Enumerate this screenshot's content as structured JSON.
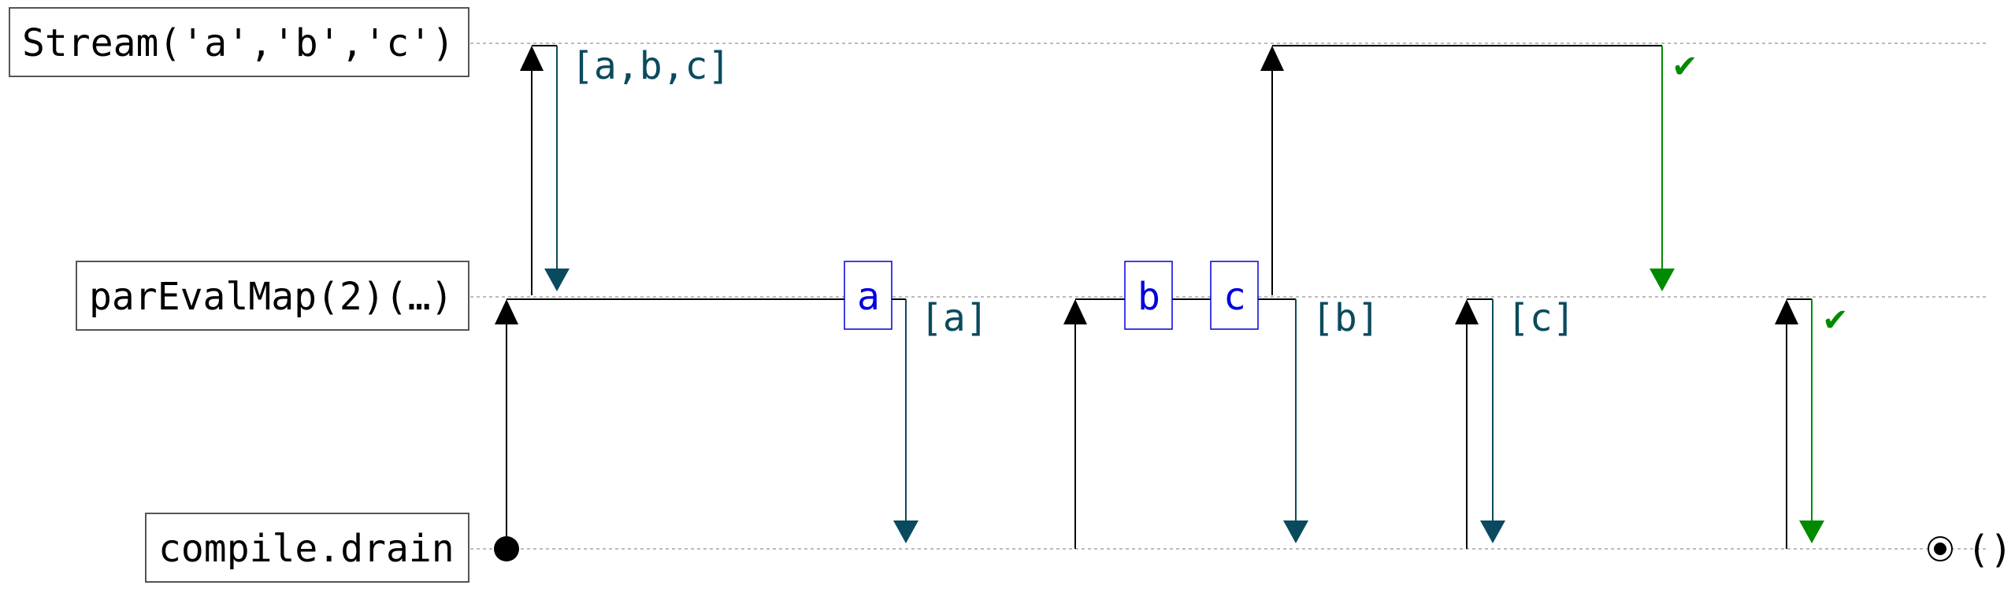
{
  "lanes": {
    "stream": "Stream('a','b','c')",
    "par_eval_map": "parEvalMap(2)(…)",
    "drain": "compile.drain"
  },
  "emissions": {
    "stream_chunk": "[a,b,c]",
    "chunk_a": "[a]",
    "chunk_b": "[b]",
    "chunk_c": "[c]"
  },
  "elements": {
    "a": "a",
    "b": "b",
    "c": "c"
  },
  "done_marks": {
    "stream": "✔",
    "par_eval_map": "✔"
  },
  "result": "()",
  "colors": {
    "pull": "#000000",
    "emit": "#0a4a5e",
    "done": "#008a00",
    "element_box": "#0000dd",
    "lane_line": "#bbbbbb"
  }
}
